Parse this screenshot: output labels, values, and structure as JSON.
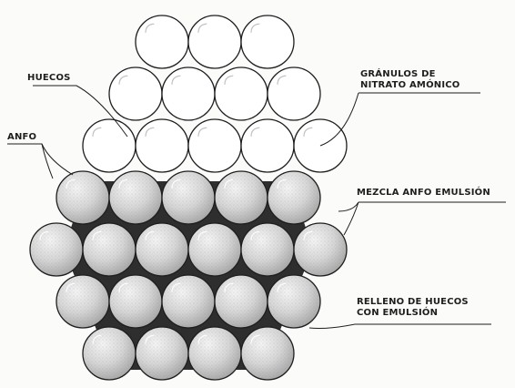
{
  "labels": {
    "huecos": "HUECOS",
    "granulos_line1": "GRÁNULOS DE",
    "granulos_line2": "NITRATO AMÓNICO",
    "anfo": "ANFO",
    "mezcla": "MEZCLA ANFO EMULSIÓN",
    "relleno_line1": "RELLENO DE HUECOS",
    "relleno_line2": "CON EMULSIÓN"
  },
  "colors": {
    "ink": "#1e1e1e",
    "granule_fill": "#ffffff",
    "emulsion_fill": "#d9d9d9",
    "void_fill": "#2e2e2e",
    "background": "#fbfbf9"
  },
  "structure": {
    "dry_rows_granules": [
      3,
      4,
      5
    ],
    "emulsion_rows_granules": [
      5,
      6,
      5,
      4
    ]
  }
}
